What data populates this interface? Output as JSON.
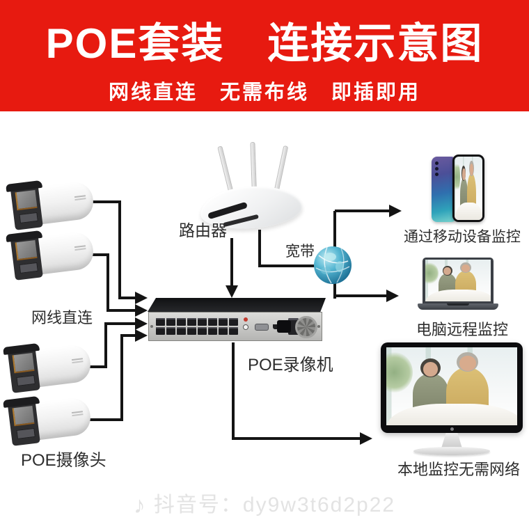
{
  "header": {
    "title": "POE套装　连接示意图",
    "subtitle": "网线直连　无需布线　即插即用",
    "banner_color": "#e71a10",
    "text_color": "#ffffff"
  },
  "devices": {
    "router": {
      "label": "路由器"
    },
    "broadband": {
      "label": "宽带"
    },
    "cameras": {
      "label": "POE摄像头",
      "count": 4,
      "connection_label": "网线直连"
    },
    "nvr": {
      "label": "POE录像机",
      "port_count": 16
    },
    "internet_globe": {
      "icon": "globe-icon"
    },
    "phone": {
      "label": "通过移动设备监控"
    },
    "laptop": {
      "label": "电脑远程监控"
    },
    "monitor": {
      "label": "本地监控无需网络"
    }
  },
  "watermark": {
    "icon": "douyin-note-icon",
    "icon_glyph": "♪",
    "text": "抖音号：dy9w3t6d2p22"
  },
  "colors": {
    "cable_black": "#141414",
    "globe_teal": "#2e9ec2",
    "phone_gradient_start": "#6b5b9e",
    "phone_gradient_end": "#7bd3cd"
  }
}
